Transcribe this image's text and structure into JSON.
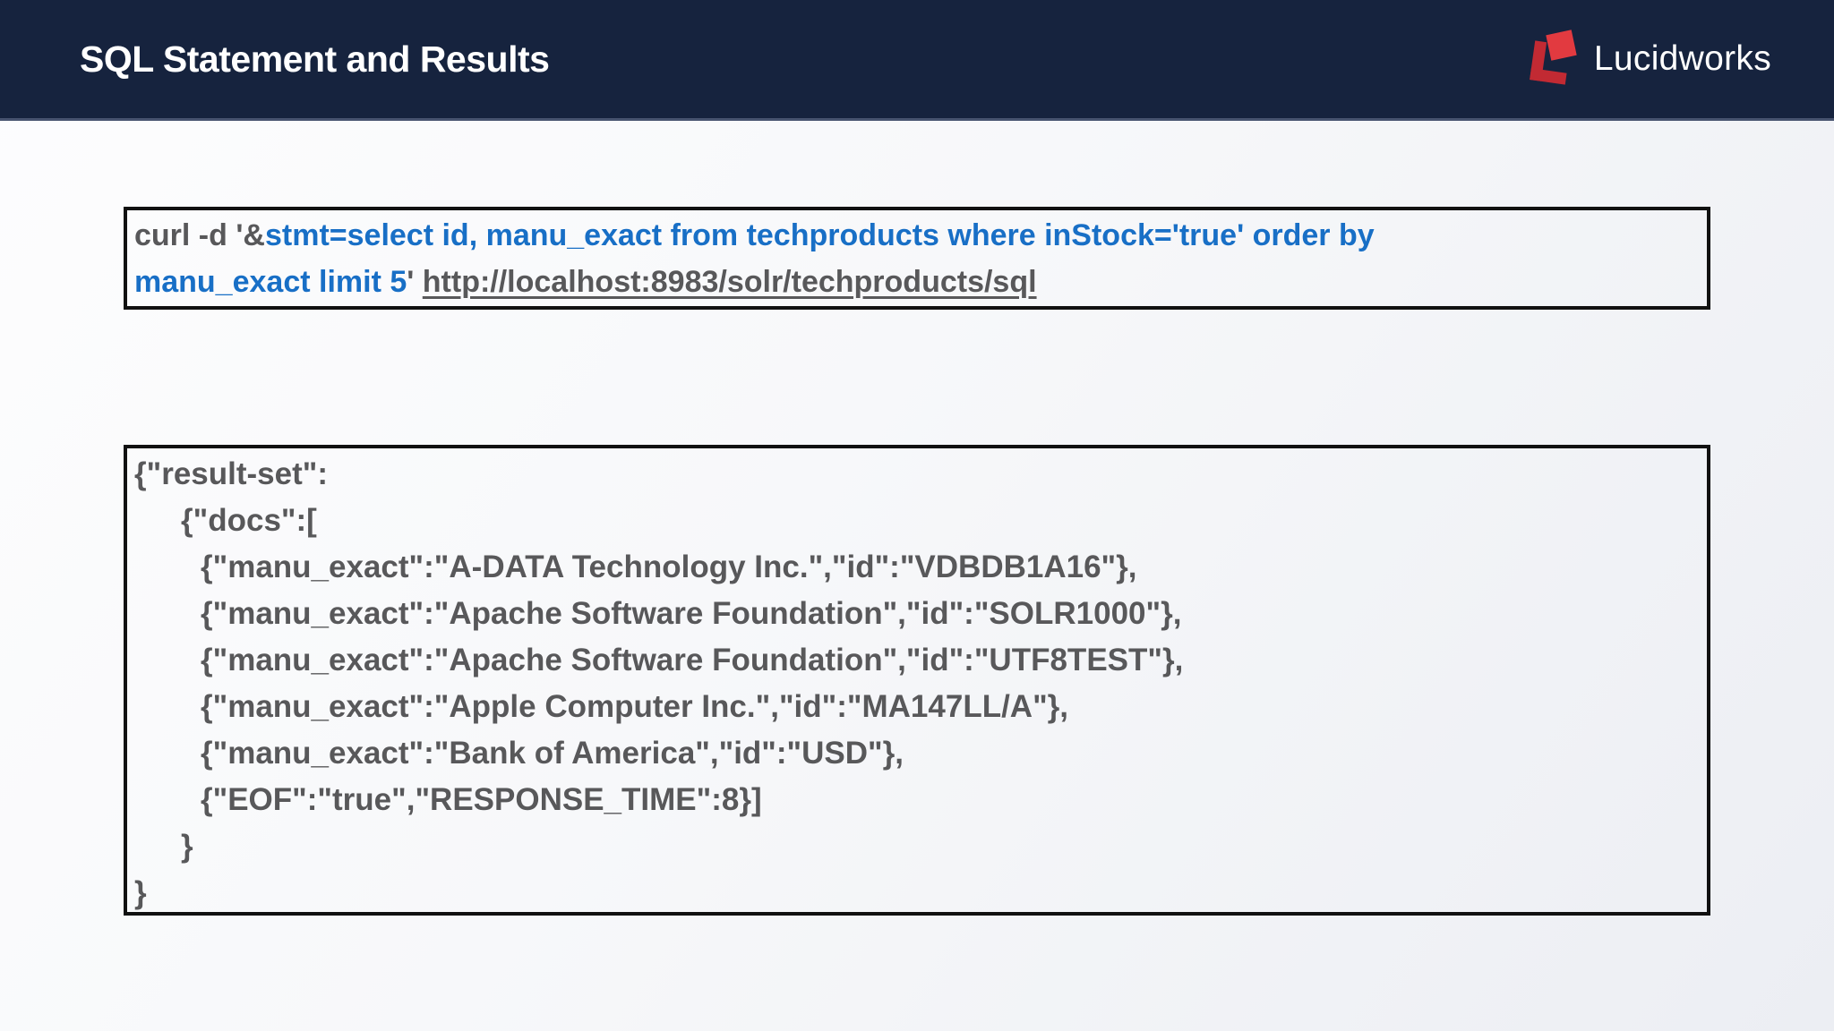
{
  "header": {
    "title": "SQL Statement and Results",
    "logo_text": "Lucidworks"
  },
  "command": {
    "lines": [
      [
        {
          "style": "gray",
          "text": "curl -d '&"
        },
        {
          "style": "blue",
          "text": "stmt=select id, manu_exact from techproducts where inStock='true' order by"
        }
      ],
      [
        {
          "style": "blue",
          "text": "manu_exact limit 5"
        },
        {
          "style": "gray",
          "text": "' "
        },
        {
          "style": "url",
          "text": "http://localhost:8983/solr/techproducts/sql"
        }
      ]
    ]
  },
  "results": {
    "lines": [
      {
        "indent": 0,
        "text": "{\"result-set\":"
      },
      {
        "indent": 1,
        "text": "{\"docs\":["
      },
      {
        "indent": 2,
        "text": "{\"manu_exact\":\"A-DATA Technology Inc.\",\"id\":\"VDBDB1A16\"},"
      },
      {
        "indent": 2,
        "text": "{\"manu_exact\":\"Apache Software Foundation\",\"id\":\"SOLR1000\"},"
      },
      {
        "indent": 2,
        "text": "{\"manu_exact\":\"Apache Software Foundation\",\"id\":\"UTF8TEST\"},"
      },
      {
        "indent": 2,
        "text": "{\"manu_exact\":\"Apple Computer Inc.\",\"id\":\"MA147LL/A\"},"
      },
      {
        "indent": 2,
        "text": "{\"manu_exact\":\"Bank of America\",\"id\":\"USD\"},"
      },
      {
        "indent": 2,
        "text": "{\"EOF\":\"true\",\"RESPONSE_TIME\":8}]"
      },
      {
        "indent": 1,
        "text": "}"
      },
      {
        "indent": 0,
        "text": "}"
      }
    ]
  },
  "colors": {
    "header_navy": "#16233e",
    "accent_blue": "#186fc6",
    "text_gray": "#58585a",
    "box_border": "#111111",
    "logo_red_dark": "#c22a33",
    "logo_red_bright": "#e23a40"
  }
}
